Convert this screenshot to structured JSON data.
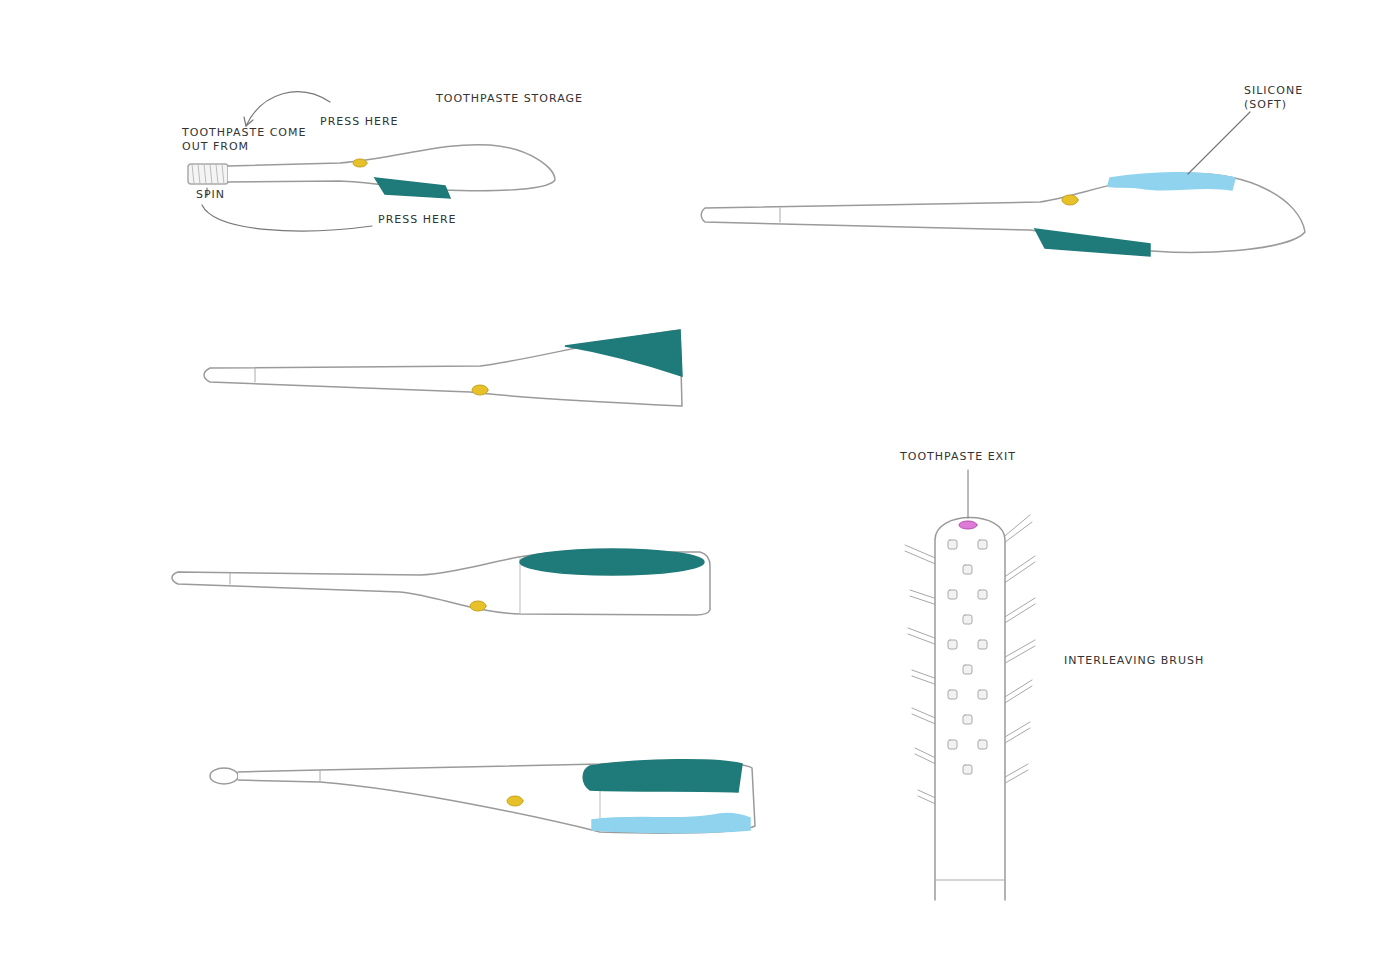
{
  "diagram": {
    "labels": [
      "TOOTHPASTE STORAGE",
      "SILICONE (SOFT)",
      "PRESS HERE",
      "TOOTHPASTE COME OUT FROM",
      "SPIN",
      "PRESS HERE",
      "TOOTHPASTE EXIT",
      "INTERLEAVING BRUSH"
    ]
  }
}
